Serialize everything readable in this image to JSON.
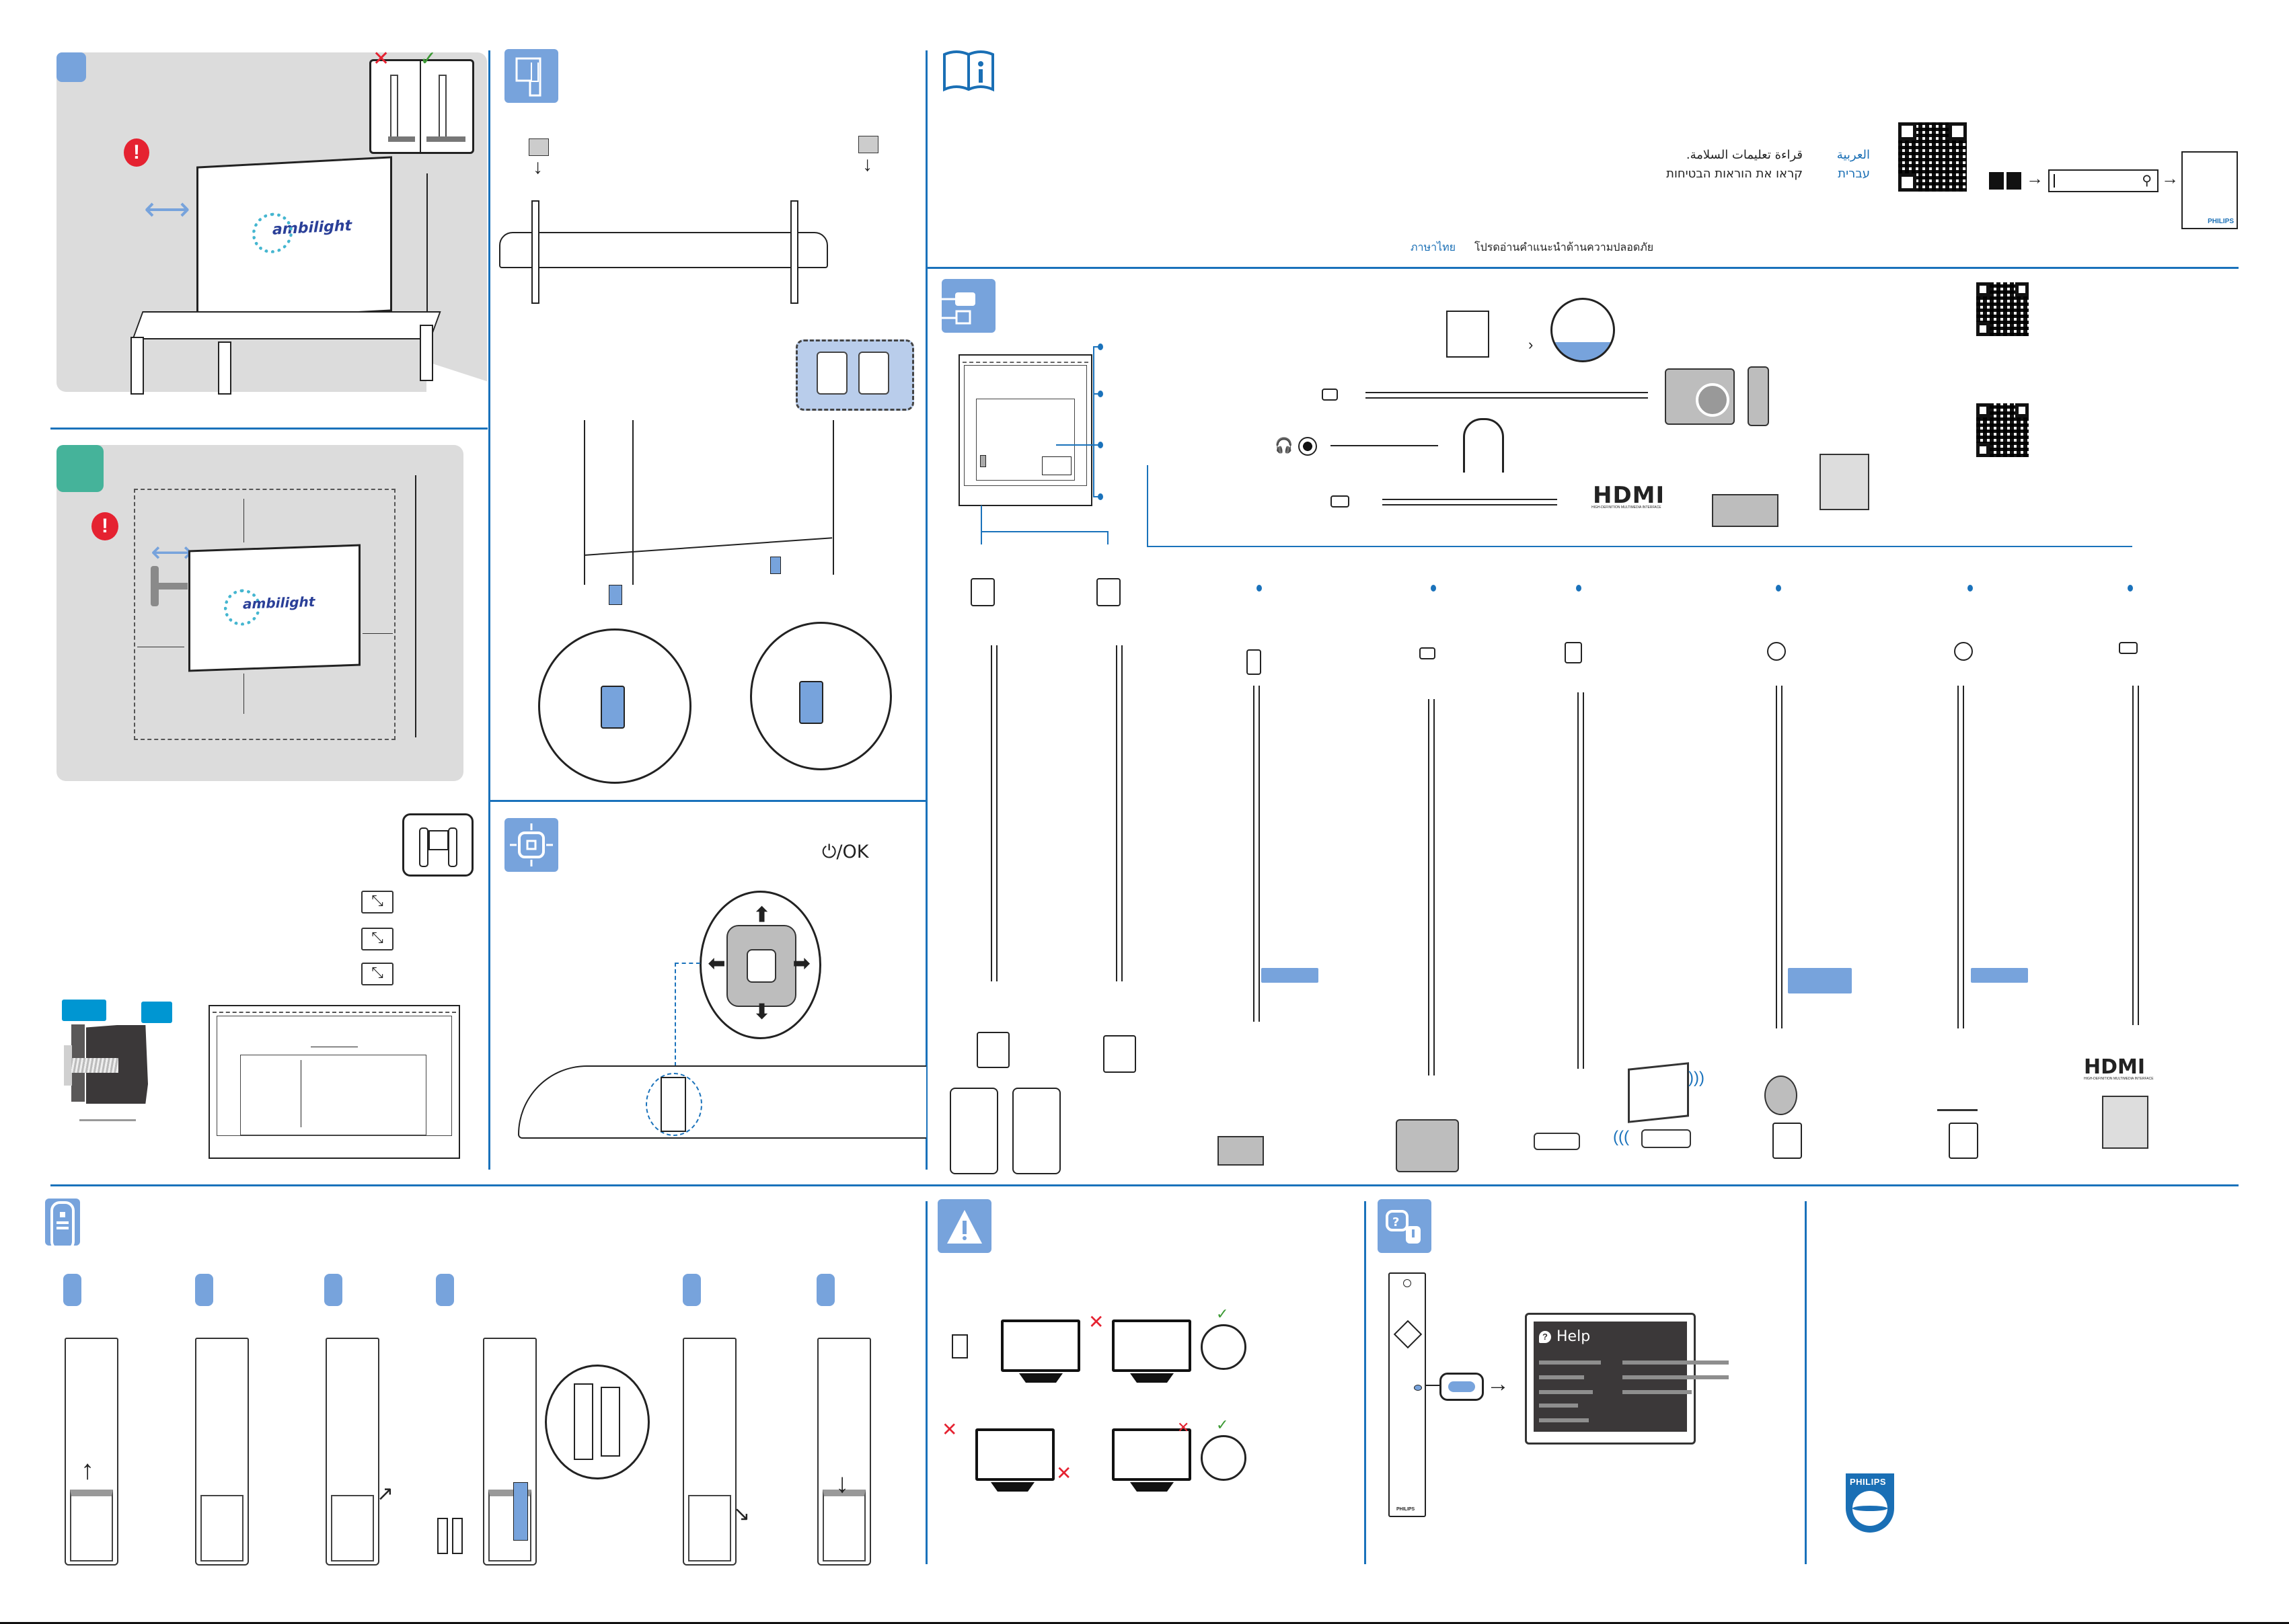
{
  "document": {
    "brand": "PHILIPS",
    "colors": {
      "accent_blue": "#77a3dc",
      "divider_blue": "#1a72bb",
      "brand_blue": "#1a6fb5",
      "panel_gray": "#dcdcdc",
      "wall_mount_green": "#45b39a",
      "warning_red": "#e52231",
      "ok_green": "#3c9a34"
    }
  },
  "placement": {
    "table_panel": {
      "logo_text": "ambilight",
      "warning_icon": "exclamation-icon",
      "inset_bad": "✕",
      "inset_good": "✓"
    },
    "wall_panel": {
      "logo_text": "ambilight",
      "warning_icon": "exclamation-icon"
    },
    "two_person_icon": "two-people-carry-icon",
    "screen_size_icons": 3
  },
  "stand": {
    "section_icon": "stand-foot-icon"
  },
  "joystick": {
    "section_icon": "joystick-icon",
    "label": "⏻/OK"
  },
  "info": {
    "section_icon": "manual-info-icon",
    "safety_languages": [
      {
        "language": "العربية",
        "text": "قراءة تعليمات السلامة."
      },
      {
        "language": "עברית",
        "text": "קראו את הוראות הבטיחות"
      },
      {
        "language": "ภาษาไทย",
        "text": "โปรดอ่านคำแนะนำด้านความปลอดภัย"
      }
    ],
    "search_placeholder": "",
    "booklet_brand": "PHILIPS",
    "arrow": "→"
  },
  "connections": {
    "section_icon": "cable-connector-icon",
    "hdmi_logo": "HDMI",
    "hdmi_tagline": "HIGH-DEFINITION MULTIMEDIA INTERFACE",
    "top_rows": [
      "ci-module",
      "usb",
      "headphones",
      "hdmi"
    ],
    "bottom_ports": [
      "power-eu",
      "power-uk",
      "optical",
      "usb",
      "ethernet",
      "satellite",
      "antenna",
      "hdmi"
    ]
  },
  "remote": {
    "section_icon": "remote-icon",
    "steps": 6
  },
  "safety": {
    "section_icon": "warning-triangle-icon"
  },
  "help": {
    "section_icon": "help-bubbles-icon",
    "screen_title": "Help",
    "remote_brand": "PHILIPS",
    "arrow": "→"
  },
  "footer_logo": "PHILIPS"
}
